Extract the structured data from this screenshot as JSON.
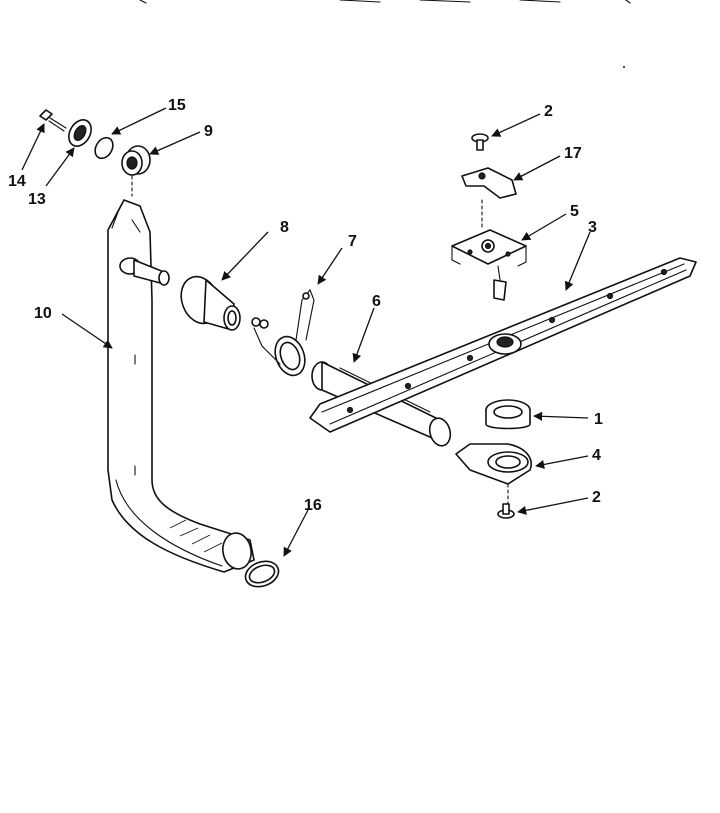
{
  "callouts": {
    "c1": "1",
    "c2a": "2",
    "c2b": "2",
    "c3": "3",
    "c4": "4",
    "c5": "5",
    "c6": "6",
    "c7": "7",
    "c8": "8",
    "c9": "9",
    "c10": "10",
    "c13": "13",
    "c14": "14",
    "c15": "15",
    "c16": "16",
    "c17": "17"
  },
  "colors": {
    "line": "#111111",
    "background": "#ffffff"
  }
}
